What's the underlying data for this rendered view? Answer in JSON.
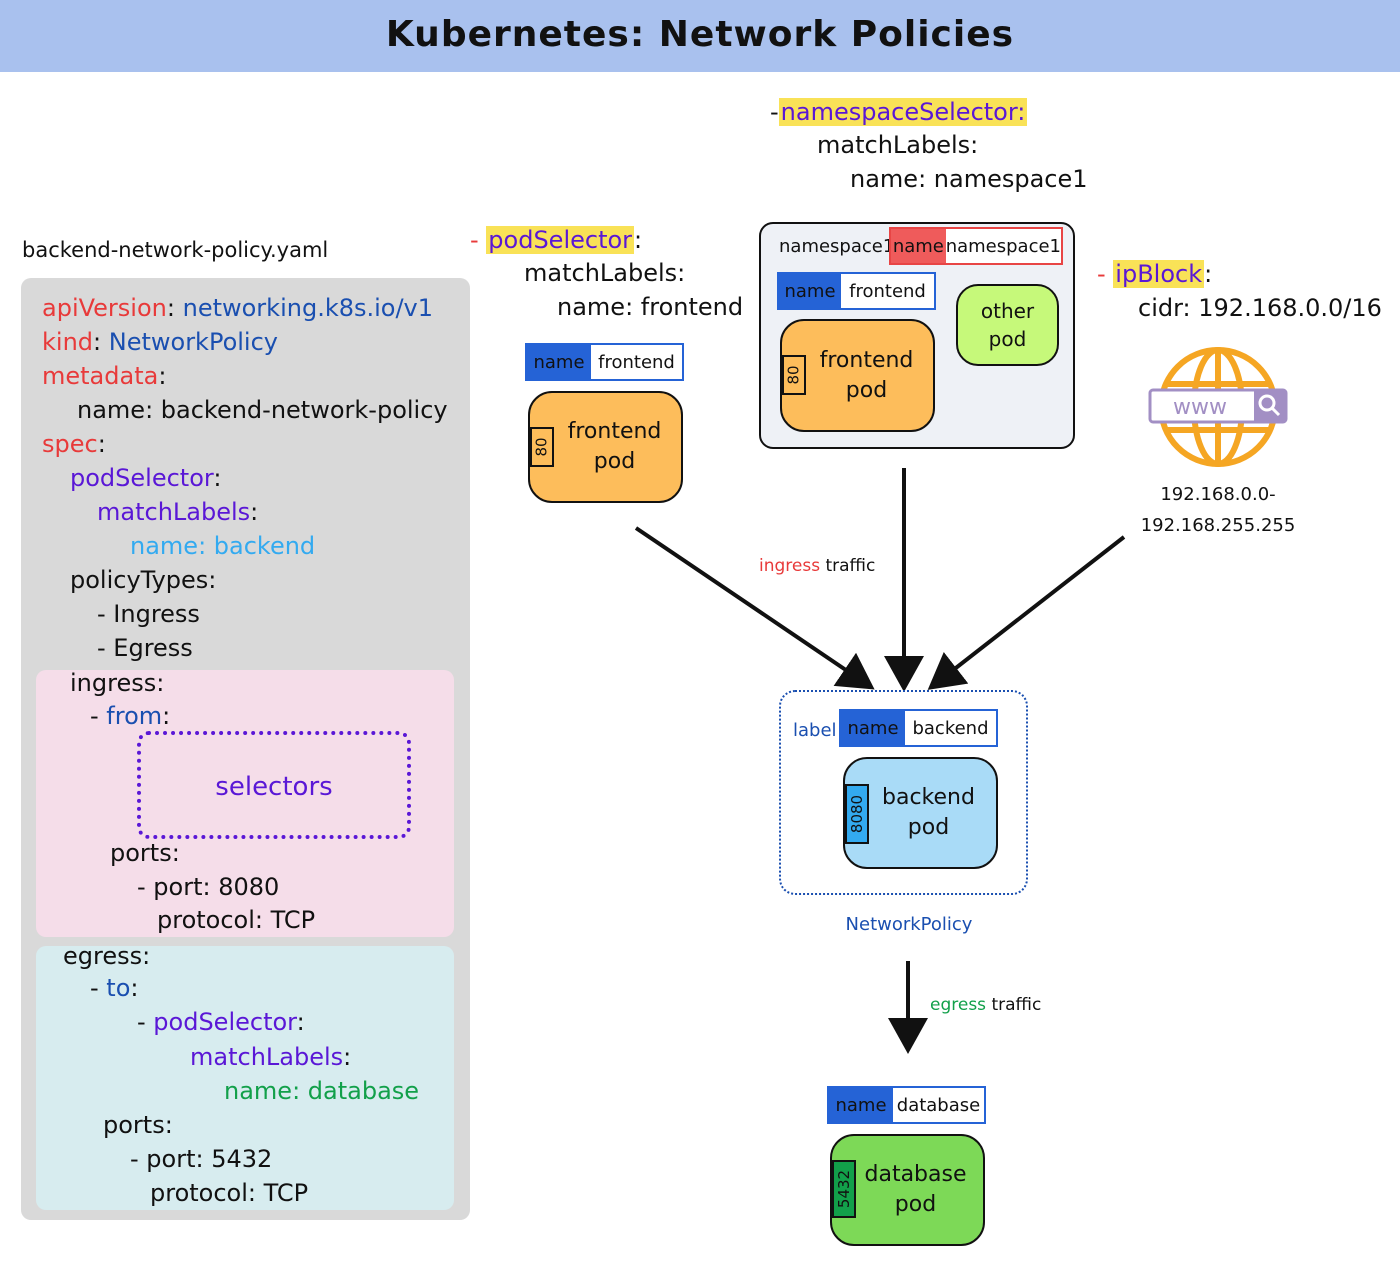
{
  "title": "Kubernetes: Network Policies",
  "yaml": {
    "filename": "backend-network-policy.yaml",
    "apiVersion_key": "apiVersion",
    "apiVersion_value": "networking.k8s.io/v1",
    "kind_key": "kind",
    "kind_value": "NetworkPolicy",
    "metadata_key": "metadata",
    "metadata_name": "name: backend-network-policy",
    "spec_key": "spec",
    "podSelector_key": "podSelector",
    "matchLabels_key": "matchLabels",
    "match_name": "name: backend",
    "policyTypes_key": "policyTypes:",
    "policy_ingress": "- Ingress",
    "policy_egress": "- Egress",
    "ingress_key": "ingress:",
    "from_dash": "- ",
    "from_key": "from",
    "selectors": "selectors",
    "ingress_ports_key": "ports:",
    "ingress_port": "- port: 8080",
    "ingress_protocol": "protocol: TCP",
    "egress_key": "egress:",
    "to_dash": "- ",
    "to_key": "to",
    "eg_podSelector_dash": "- ",
    "eg_podSelector_key": "podSelector",
    "eg_matchLabels_key": "matchLabels",
    "eg_match_name": "name: database",
    "egress_ports_key": "ports:",
    "egress_port": "- port: 5432",
    "egress_protocol": "protocol: TCP",
    "colon": ":"
  },
  "pod_selector": {
    "dash": "- ",
    "key": "podSelector",
    "colon": ":",
    "match_labels": "matchLabels:",
    "name": "name: frontend",
    "tag_key": "name",
    "tag_value": "frontend",
    "pod_label": "frontend\npod",
    "port": "80"
  },
  "namespace_selector": {
    "dash": "-",
    "key": "namespaceSelector:",
    "match_labels": "matchLabels:",
    "name": "name: namespace1",
    "ns_name": "namespace1",
    "ns_tag_key": "name",
    "ns_tag_value": "namespace1",
    "pod_tag_key": "name",
    "pod_tag_value": "frontend",
    "frontend_pod": "frontend\npod",
    "port": "80",
    "other_pod": "other\npod"
  },
  "ip_block": {
    "dash": "- ",
    "key": "ipBlock",
    "colon": ":",
    "cidr": "cidr: 192.168.0.0/16",
    "www": "www",
    "range_start": "192.168.0.0-",
    "range_end": "192.168.255.255"
  },
  "ingress_traffic": {
    "word1": "ingress",
    "word2": " traffic"
  },
  "backend": {
    "label": "label",
    "tag_key": "name",
    "tag_value": "backend",
    "pod": "backend\npod",
    "port": "8080",
    "policy_caption": "NetworkPolicy"
  },
  "egress_traffic": {
    "word1": "egress",
    "word2": " traffic"
  },
  "database": {
    "tag_key": "name",
    "tag_value": "database",
    "pod": "database\npod",
    "port": "5432"
  },
  "colors": {
    "header": "#a9c1ee",
    "yaml_panel": "#d9d9d9",
    "ingress_bg": "#f5dde9",
    "egress_bg": "#d7ecef",
    "frontend_pod": "#fdbd5b",
    "backend_pod": "#a9dbf7",
    "database_pod": "#7dd957",
    "other_pod": "#c6f97a",
    "tag_blue": "#2563d6",
    "tag_red": "#ef5b5b",
    "highlight": "#f9e257",
    "globe": "#f5a623"
  },
  "icons": [
    "globe-www-icon",
    "search-icon"
  ]
}
